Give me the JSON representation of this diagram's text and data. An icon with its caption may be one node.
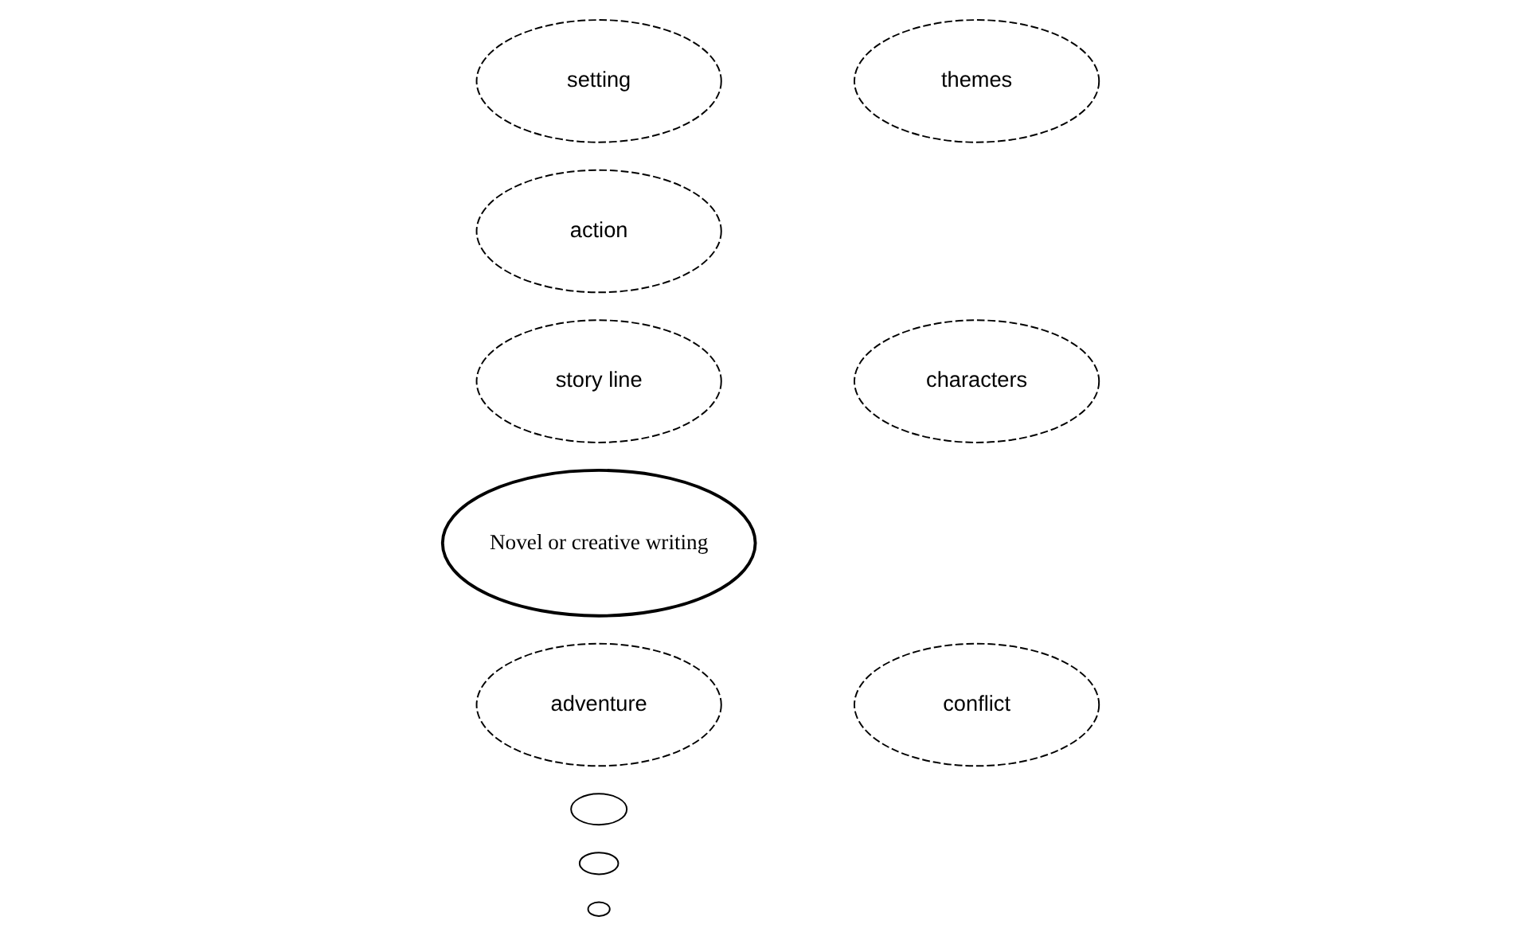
{
  "diagram": {
    "nodes": [
      {
        "text": [
          "setting"
        ]
      },
      {
        "text": [
          "themes"
        ]
      },
      {
        "text": [
          "action"
        ]
      },
      {
        "text": [
          "story line"
        ]
      },
      {
        "text": [
          "characters"
        ]
      },
      {
        "text": [
          "Novel or creative writing"
        ]
      },
      {
        "text": [
          "adventure"
        ]
      },
      {
        "text": [
          "conflict"
        ]
      },
      {
        "text": [],
        "shape": "circle"
      },
      {
        "text": [],
        "shape": "circle"
      },
      {
        "text": [],
        "shape": "circle"
      }
    ]
  }
}
